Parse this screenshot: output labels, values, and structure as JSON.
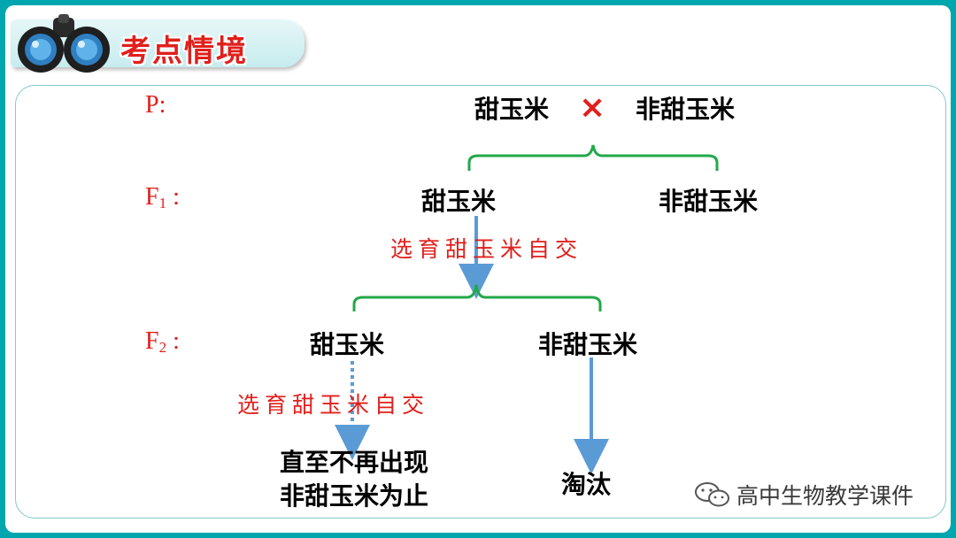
{
  "header": {
    "title": "考点情境",
    "icon": "binoculars-icon"
  },
  "diagram": {
    "generations": {
      "p": "P:",
      "f1_base": "F",
      "f1_sub": "1",
      "f2_base": "F",
      "f2_sub": "2",
      "colon": ":"
    },
    "parents": {
      "left": "甜玉米",
      "cross": "×",
      "right": "非甜玉米"
    },
    "f1": {
      "left": "甜玉米",
      "right": "非甜玉米"
    },
    "f1_note": "选育甜玉米自交",
    "f2": {
      "left": "甜玉米",
      "right": "非甜玉米"
    },
    "f2_note": "选育甜玉米自交",
    "outcome_left": {
      "line1": "直至不再出现",
      "line2": "非甜玉米为止"
    },
    "outcome_right": "淘汰"
  },
  "colors": {
    "accent": "#e0201c",
    "brace": "#22a84a",
    "arrow": "#5b9bd5",
    "border": "#00a6ad"
  },
  "watermark": {
    "text": "高中生物教学课件",
    "icon": "wechat-icon"
  }
}
